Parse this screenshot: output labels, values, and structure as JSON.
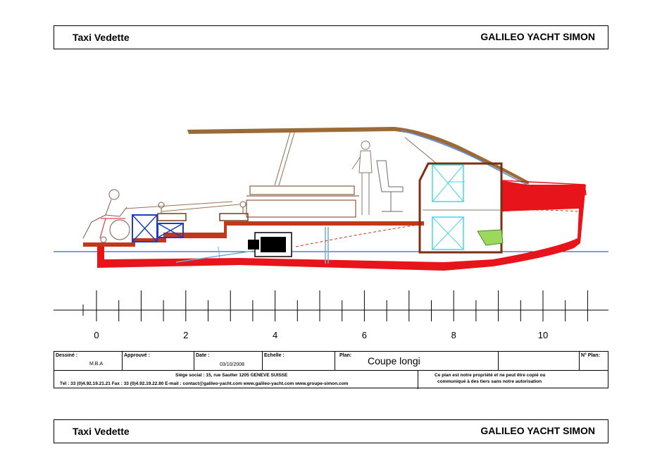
{
  "header_top": {
    "left": "Taxi Vedette",
    "right": "GALILEO YACHT SIMON"
  },
  "header_bottom": {
    "left": "Taxi Vedette",
    "right": "GALILEO YACHT SIMON"
  },
  "scale": {
    "labels": [
      "0",
      "2",
      "4",
      "6",
      "8",
      "10"
    ]
  },
  "title_block": {
    "dessine_label": "Dessiné :",
    "dessine_value": "M.B.A",
    "approuve_label": "Approuvé :",
    "date_label": "Date :",
    "date_value": "03/10/2008",
    "echelle_label": "Echelle :",
    "plan_label": "Plan:",
    "plan_value": "Coupe longi",
    "nplan_label": "N° Plan:",
    "siege": "Siège social : 15, rue Sautter 1205 GENEVE SUISSE",
    "contact": "Tél : 33 (0)4.92.19.21.21    Fax : 33 (0)4.92.19.22.80    E-mail : contact@galileo-yacht.com       www.galileo-yacht.com       www.groupe-simon.com",
    "notice_line1": "Ce plan est notre propriété et ne peut être copié ou",
    "notice_line2": "communiqué à des tiers sans notre autorisation"
  },
  "colors": {
    "hull": "#e8141c",
    "deck": "#c0391b",
    "roof": "#9c6a36",
    "waterline": "#1a2fd0",
    "box": "#1a3fbf",
    "cyan": "#3fd8e8",
    "cabin": "#7a2e12"
  }
}
